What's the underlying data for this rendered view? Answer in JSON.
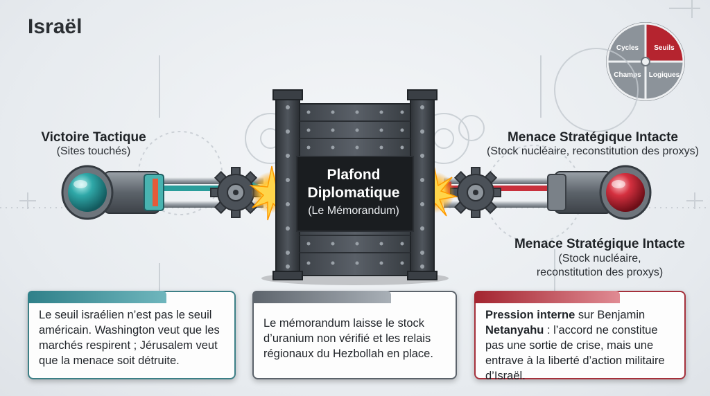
{
  "page": {
    "title": "Israël"
  },
  "legend": {
    "quadrants": [
      {
        "label": "Cycles",
        "color": "#8c939a"
      },
      {
        "label": "Seuils",
        "color": "#b5242f"
      },
      {
        "label": "Champs",
        "color": "#8c939a"
      },
      {
        "label": "Logiques",
        "color": "#8c939a"
      }
    ]
  },
  "left": {
    "title": "Victoire Tactique",
    "subtitle": "(Sites touchés)",
    "color": "#2f9aa0"
  },
  "right_top": {
    "title": "Menace Stratégique Intacte",
    "subtitle": "(Stock nucléaire, reconstitution des proxys)",
    "color": "#c8303c"
  },
  "right_bottom": {
    "title": "Menace Stratégique Intacte",
    "subtitle_line1": "(Stock nucléaire,",
    "subtitle_line2": "reconstitution des proxys)"
  },
  "gate": {
    "title_line1": "Plafond",
    "title_line2": "Diplomatique",
    "subtitle": "(Le Mémorandum)"
  },
  "cards": {
    "card1": {
      "text": "Le seuil israélien n’est pas le seuil américain. Washington veut que les marchés respirent ; Jérusalem veut que la menace soit détruite."
    },
    "card2": {
      "text": "Le mémorandum laisse le stock d’uranium non vérifié et les relais régionaux du Hezbollah en place."
    },
    "card3": {
      "bold1": "Pression interne",
      "text1": " sur Benjamin ",
      "bold2": "Netanyahu",
      "text2": " : l’accord ne constitue pas une sortie de crise, mais une entrave à la liberté d’action militaire d’Israël."
    }
  }
}
